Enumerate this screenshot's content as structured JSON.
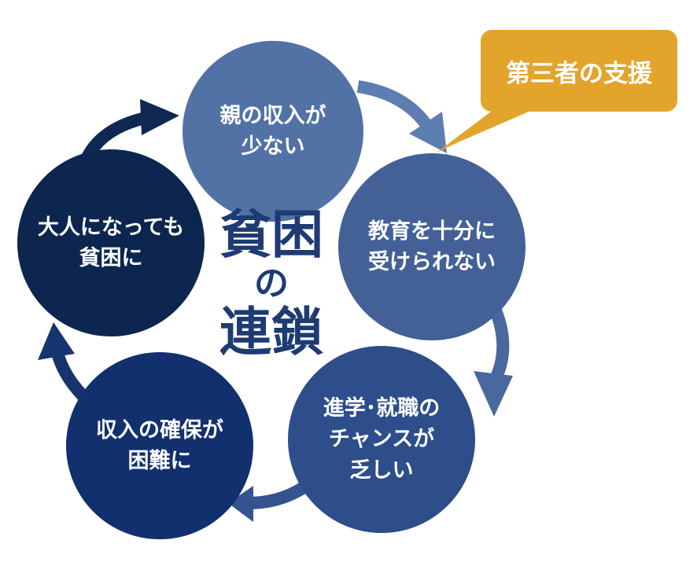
{
  "diagram": {
    "title": {
      "line1": "貧困",
      "line2": "の",
      "line3": "連鎖"
    },
    "nodes": {
      "parents_income": {
        "line1": "親の収入が",
        "line2": "少ない"
      },
      "education": {
        "line1": "教育を十分に",
        "line2": "受けられない"
      },
      "career": {
        "line1": "進学･就職の",
        "line2": "チャンスが",
        "line3": "乏しい"
      },
      "income_security": {
        "line1": "収入の確保が",
        "line2": "困難に"
      },
      "adult_poverty": {
        "line1": "大人になっても",
        "line2": "貧困に"
      }
    },
    "callout": {
      "label": "第三者の支援"
    }
  },
  "colors": {
    "node_1": "#5272a6",
    "node_2": "#436197",
    "node_3": "#2d4e8a",
    "node_4": "#12306e",
    "node_5": "#0c2650",
    "title": "#1e3b73",
    "callout": "#e3a42c"
  }
}
